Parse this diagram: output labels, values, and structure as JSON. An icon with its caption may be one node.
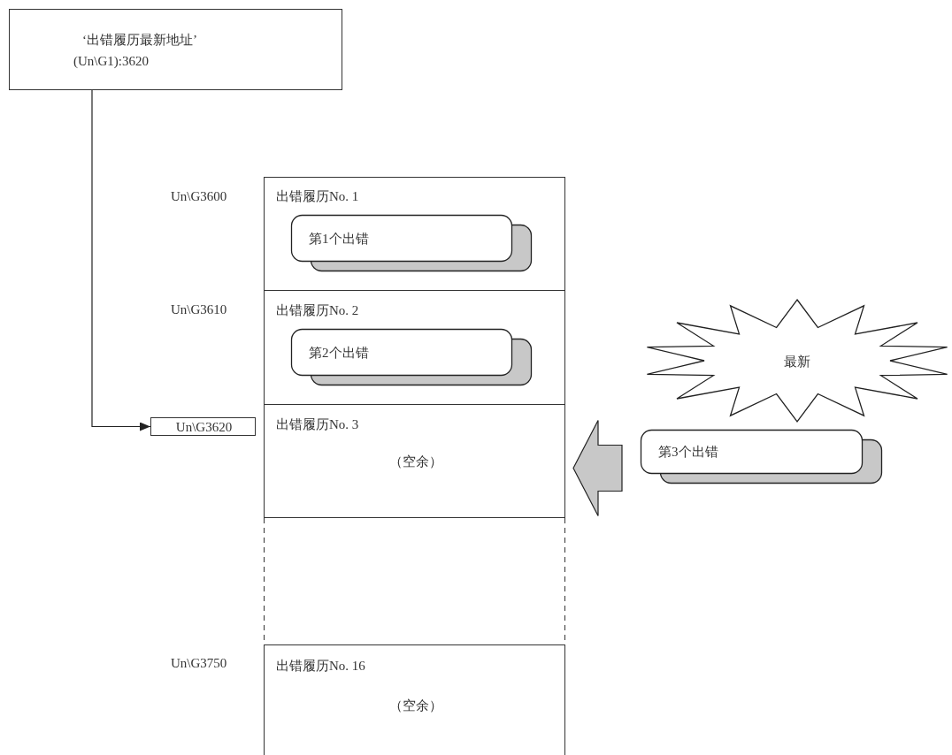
{
  "diagram": {
    "nodes": [
      {
        "text": [
          "‘出错履历最新地址’",
          "(Un\\G1):3620"
        ]
      },
      {
        "text": [
          "Un\\G3620"
        ]
      },
      {
        "text": [
          "出错履历No. 1"
        ]
      },
      {
        "text": [
          "第1个出错"
        ],
        "in": 2
      },
      {
        "text": [
          "出错履历No. 2"
        ]
      },
      {
        "text": [
          "第2个出错"
        ],
        "in": 4
      },
      {
        "text": [
          "出错履历No. 3",
          "（空余）"
        ]
      },
      {
        "text": [
          "出错履历No. 16",
          "（空余）"
        ]
      },
      {
        "text": [
          "最新"
        ]
      },
      {
        "text": [
          "第3个出错"
        ]
      }
    ],
    "edges": [
      {
        "from": 0,
        "to": 1,
        "arrow": "to"
      },
      {
        "from": 9,
        "to": 6,
        "arrow": "to",
        "style": "thick",
        "color": "#c8c8c8"
      }
    ],
    "labels": [
      "Un\\G3600",
      "Un\\G3610",
      "Un\\G3750"
    ]
  }
}
